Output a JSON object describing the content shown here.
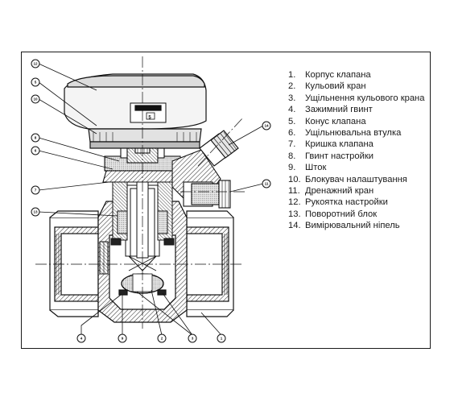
{
  "legend": [
    {
      "num": "1.",
      "label": "Корпус клапана"
    },
    {
      "num": "2.",
      "label": "Кульовий кран"
    },
    {
      "num": "3.",
      "label": "Ущільнення кульового крана"
    },
    {
      "num": "4.",
      "label": "Зажимний гвинт"
    },
    {
      "num": "5.",
      "label": "Конус клапана"
    },
    {
      "num": "6.",
      "label": "Ущільнювальна втулка"
    },
    {
      "num": "7.",
      "label": "Кришка клапана"
    },
    {
      "num": "8.",
      "label": "Гвинт настройки"
    },
    {
      "num": "9.",
      "label": "Шток"
    },
    {
      "num": "10.",
      "label": "Блокувач налаштування"
    },
    {
      "num": "11.",
      "label": "Дренажний кран"
    },
    {
      "num": "12.",
      "label": "Рукоятка настройки"
    },
    {
      "num": "13.",
      "label": "Поворотний блок"
    },
    {
      "num": "14.",
      "label": "Вимірювальний ніпель"
    }
  ],
  "callouts": {
    "c12": "12",
    "c5": "5",
    "c10": "10",
    "c8": "8",
    "c6": "6",
    "c7": "7",
    "c13": "13",
    "c14": "14",
    "c11": "11",
    "b4": "4",
    "b9": "9",
    "b2": "2",
    "b3": "3",
    "b1": "1"
  },
  "handle_marks": "5"
}
